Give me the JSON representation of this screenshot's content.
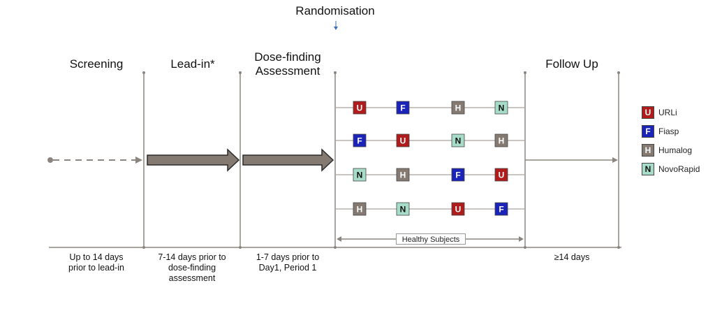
{
  "randomisation_label": "Randomisation",
  "phases": [
    {
      "title": "Screening",
      "note": "Up to 14 days prior to lead-in"
    },
    {
      "title": "Lead-in*",
      "note": "7-14 days prior to dose-finding assessment"
    },
    {
      "title": "Dose-finding Assessment",
      "note": "1-7 days prior to Day1, Period 1"
    },
    {
      "title": "Follow Up",
      "note": "≥14 days"
    }
  ],
  "healthy_subjects_label": "Healthy Subjects",
  "sequences": [
    [
      "U",
      "F",
      "H",
      "N"
    ],
    [
      "F",
      "U",
      "N",
      "H"
    ],
    [
      "N",
      "H",
      "F",
      "U"
    ],
    [
      "H",
      "N",
      "U",
      "F"
    ]
  ],
  "treatments": [
    {
      "code": "U",
      "name": "URLi",
      "color": "#b01c1c"
    },
    {
      "code": "F",
      "name": "Fiasp",
      "color": "#1a24b8"
    },
    {
      "code": "H",
      "name": "Humalog",
      "color": "#857a72"
    },
    {
      "code": "N",
      "name": "NovoRapid",
      "color": "#a6dcc8"
    }
  ],
  "colors": {
    "line": "#8c857f",
    "arrow_fill": "#857a72",
    "arrow_stroke": "#2b2b2b",
    "randomisation_arrow": "#3a6fb5"
  }
}
